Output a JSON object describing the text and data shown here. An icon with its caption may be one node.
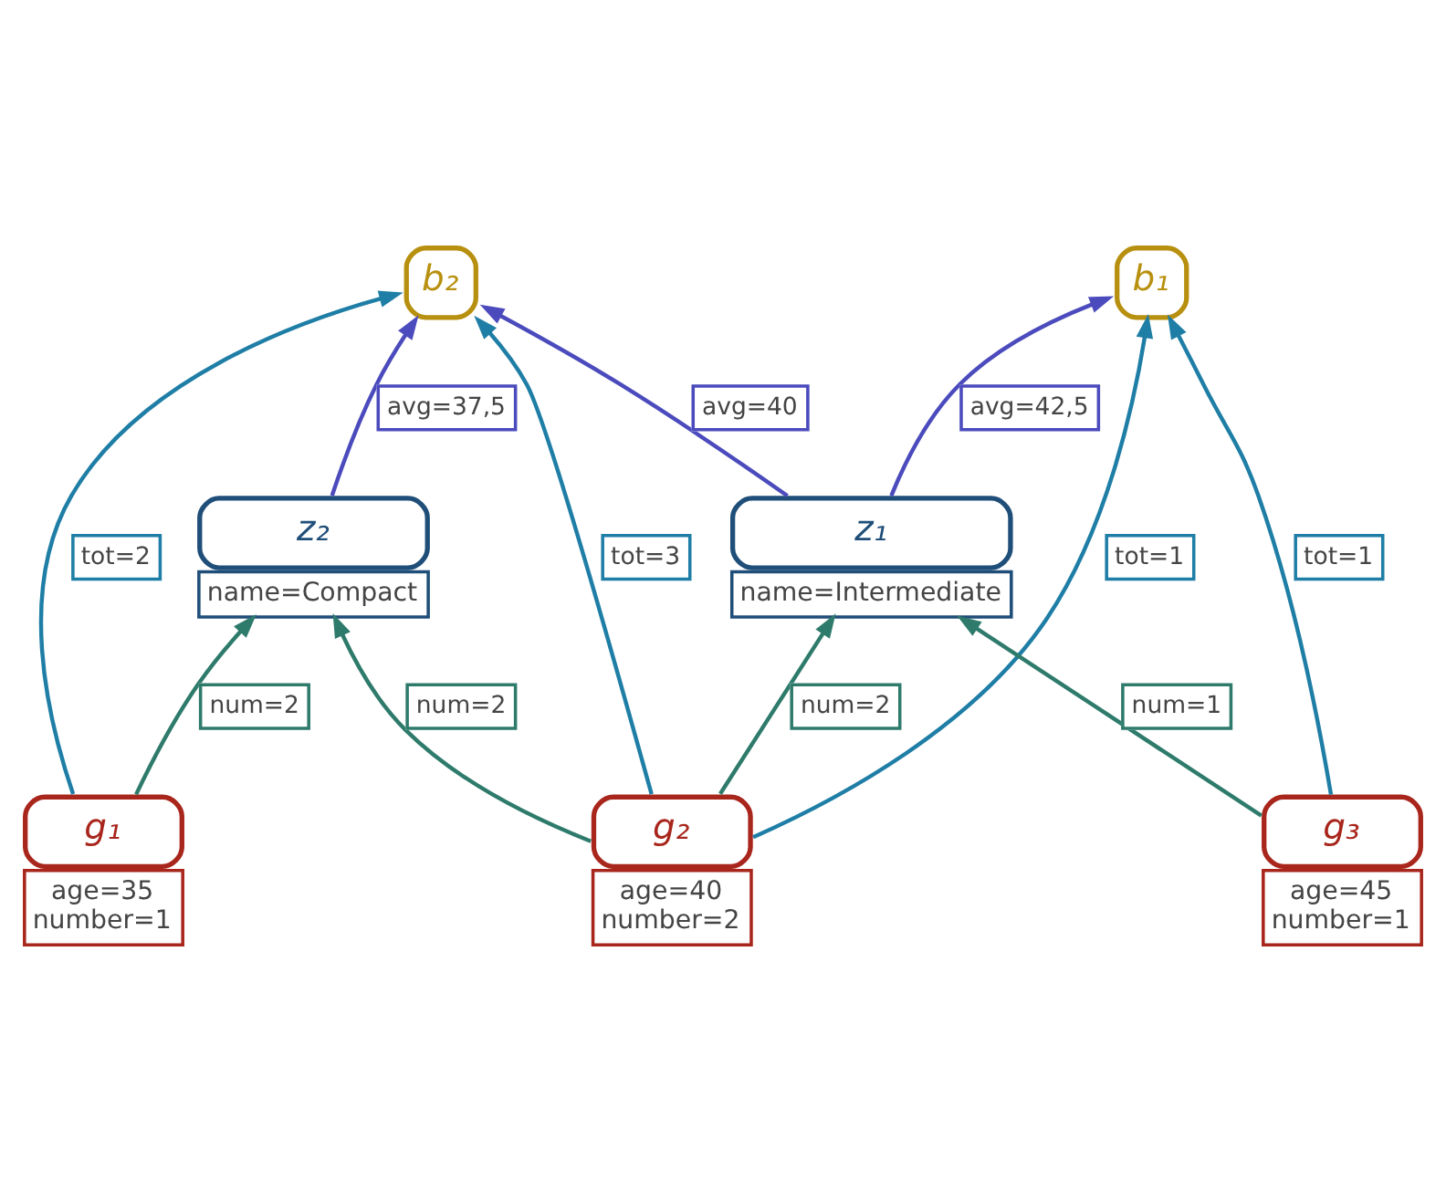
{
  "diagram": {
    "nodes": [
      {
        "text": [
          "b₂"
        ]
      },
      {
        "text": [
          "b₁"
        ]
      },
      {
        "text": [
          "z₂",
          "name=Compact"
        ]
      },
      {
        "text": [
          "z₁",
          "name=Intermediate"
        ]
      },
      {
        "text": [
          "g₁",
          "age=35",
          "number=1"
        ]
      },
      {
        "text": [
          "g₂",
          "age=40",
          "number=2"
        ]
      },
      {
        "text": [
          "g₃",
          "age=45",
          "number=1"
        ]
      }
    ],
    "edges": [
      {
        "from": 4,
        "to": 0,
        "arrow": "to",
        "label": "tot=2",
        "color": "#1f7ea6"
      },
      {
        "from": 5,
        "to": 0,
        "arrow": "to",
        "label": "tot=3",
        "color": "#1f7ea6"
      },
      {
        "from": 5,
        "to": 1,
        "arrow": "to",
        "label": "tot=1",
        "color": "#1f7ea6"
      },
      {
        "from": 6,
        "to": 1,
        "arrow": "to",
        "label": "tot=1",
        "color": "#1f7ea6"
      },
      {
        "from": 2,
        "to": 0,
        "arrow": "to",
        "label": "avg=37,5",
        "color": "#4b4bbd"
      },
      {
        "from": 3,
        "to": 1,
        "arrow": "to",
        "label": "avg=42,5",
        "color": "#4b4bbd"
      },
      {
        "from": 3,
        "to": 0,
        "arrow": "to",
        "label": "avg=40",
        "color": "#4b4bbd"
      },
      {
        "from": 4,
        "to": 2,
        "arrow": "to",
        "label": "num=2",
        "color": "#2e7b6c"
      },
      {
        "from": 5,
        "to": 2,
        "arrow": "to",
        "label": "num=2",
        "color": "#2e7b6c"
      },
      {
        "from": 5,
        "to": 3,
        "arrow": "to",
        "label": "num=2",
        "color": "#2e7b6c"
      },
      {
        "from": 6,
        "to": 3,
        "arrow": "to",
        "label": "num=1",
        "color": "#2e7b6c"
      }
    ]
  }
}
